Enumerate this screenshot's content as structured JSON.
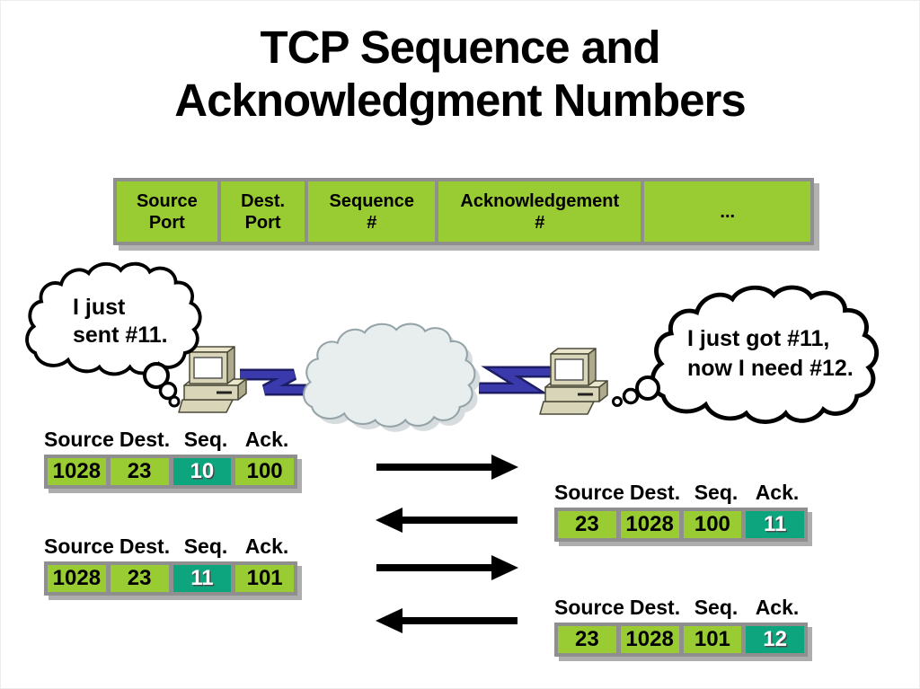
{
  "title": {
    "line1": "TCP Sequence and",
    "line2": "Acknowledgment Numbers"
  },
  "header_table": {
    "cells": [
      "Source\nPort",
      "Dest.\nPort",
      "Sequence\n#",
      "Acknowledgement\n#",
      "..."
    ]
  },
  "thoughts": {
    "left": {
      "line1": "I just",
      "line2": "sent #11."
    },
    "right": {
      "line1": "I just got #11,",
      "line2": "now I need #12."
    }
  },
  "segments": {
    "headers": [
      "Source",
      "Dest.",
      "Seq.",
      "Ack."
    ],
    "client_send_1": {
      "source": "1028",
      "dest": "23",
      "seq": "10",
      "ack": "100",
      "highlight": "seq"
    },
    "client_send_2": {
      "source": "1028",
      "dest": "23",
      "seq": "11",
      "ack": "101",
      "highlight": "seq"
    },
    "server_send_1": {
      "source": "23",
      "dest": "1028",
      "seq": "100",
      "ack": "11",
      "highlight": "ack"
    },
    "server_send_2": {
      "source": "23",
      "dest": "1028",
      "seq": "101",
      "ack": "12",
      "highlight": "ack"
    }
  },
  "arrows": [
    "right",
    "left",
    "right",
    "left"
  ],
  "icons": {
    "left_host": "desktop-computer-icon",
    "right_host": "desktop-computer-icon",
    "network": "network-cloud-icon",
    "left_thought": "thought-bubble-icon",
    "right_thought": "thought-bubble-icon"
  },
  "colors": {
    "cell_green": "#99CB32",
    "cell_teal": "#0CA57D",
    "table_frame_gray": "#8F8F8F",
    "shadow_gray": "#B2B2B2",
    "link_blue": "#3A3AAC",
    "network_cloud_fill": "#E8EDEE",
    "computer_beige": "#D9D5B8"
  }
}
